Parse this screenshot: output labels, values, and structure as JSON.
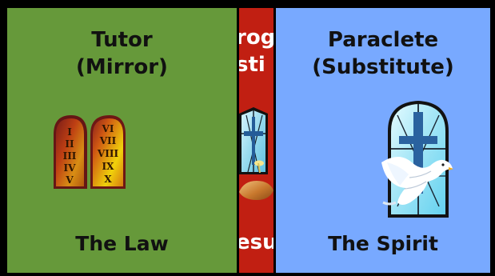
{
  "panels": {
    "left": {
      "title_line_1": "Tutor",
      "title_line_2": "(Mirror)",
      "footer": "The Law",
      "color": "#66993a",
      "icon": "tablets-icon",
      "numerals_left": [
        "I",
        "II",
        "III",
        "IV",
        "V"
      ],
      "numerals_right": [
        "VI",
        "VII",
        "VIII",
        "IX",
        "X"
      ]
    },
    "middle": {
      "text_line_1": "rog",
      "text_line_2": "sti",
      "text_line_3": "esu",
      "color": "#c11f12",
      "icon": "stained-glass-cross-icon"
    },
    "right": {
      "title_line_1": "Paraclete",
      "title_line_2": "(Substitute)",
      "footer": "The Spirit",
      "color": "#78a9ff",
      "icon": "dove-and-cross-icon"
    }
  }
}
